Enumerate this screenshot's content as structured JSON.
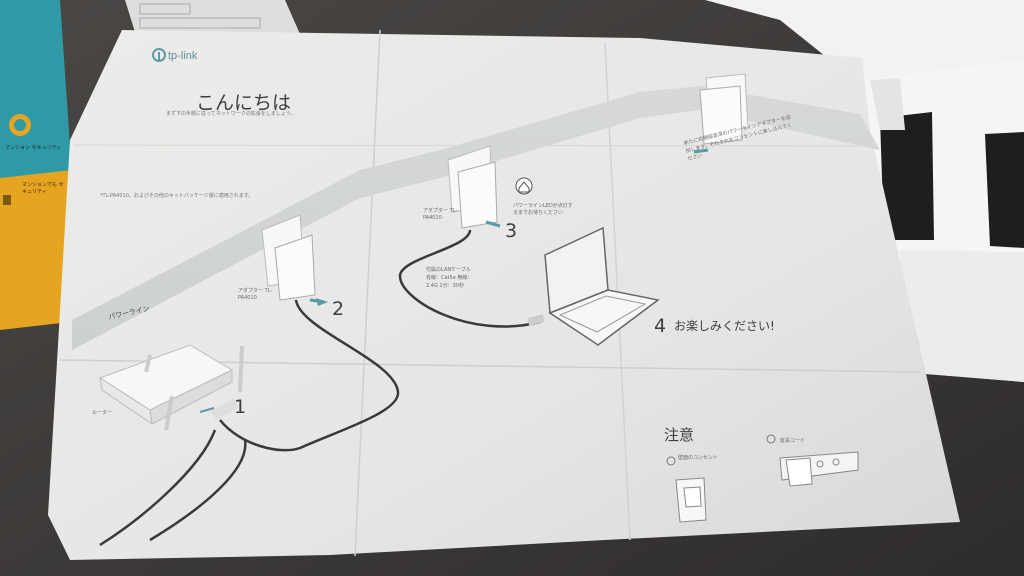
{
  "leaflet": {
    "brand": "tp-link",
    "heading": "こんにちは",
    "sub_heading": "まず下の手順に従ってネットワークの拡張をしましょう。",
    "model_note": "*TL-PA4010、およびその他のキットパッケージ版に適用されます。",
    "powerline_band": "パワーライン",
    "router_label": "ルーター",
    "adapter1_label": "アダプター TL-PA4010",
    "adapter2_label": "アダプター TL-PA4010",
    "powerline_warning": "パワーラインLEDが点灯するまでお待ちください",
    "cable_note": "付属のLANケーブル 有線：Cat5e 無線：2.4G 1分：30秒",
    "final_note": "新たに初期設定済のパワーラインアダプターを追加します。それぞれをコンセントに差し込んでください",
    "steps": [
      {
        "number": "1",
        "text": ""
      },
      {
        "number": "2",
        "text": ""
      },
      {
        "number": "3",
        "text": ""
      },
      {
        "number": "4",
        "text": "お楽しみください!"
      }
    ],
    "notice": {
      "title": "注意",
      "outlet": "壁面のコンセント",
      "extension": "延長コード"
    }
  },
  "box": {
    "text_1": "マンション セキュリティ",
    "text_2": "マンションでも セキュリティ"
  },
  "colors": {
    "paper": "#e9e9e7",
    "paper_shadow": "#cfcfcd",
    "table": "#3d3b39",
    "box_teal": "#2f9aa5",
    "box_yellow": "#e6a521",
    "accent_teal": "#5d9aa5",
    "cable": "#3a3a3a"
  },
  "icons": [
    "tp-link-logo-icon",
    "router-icon",
    "powerline-adapter-icon",
    "laptop-icon",
    "lan-cable-icon",
    "house-warning-icon",
    "outlet-icon",
    "extension-strip-icon",
    "no-icon",
    "ok-icon",
    "arrow-icon"
  ]
}
